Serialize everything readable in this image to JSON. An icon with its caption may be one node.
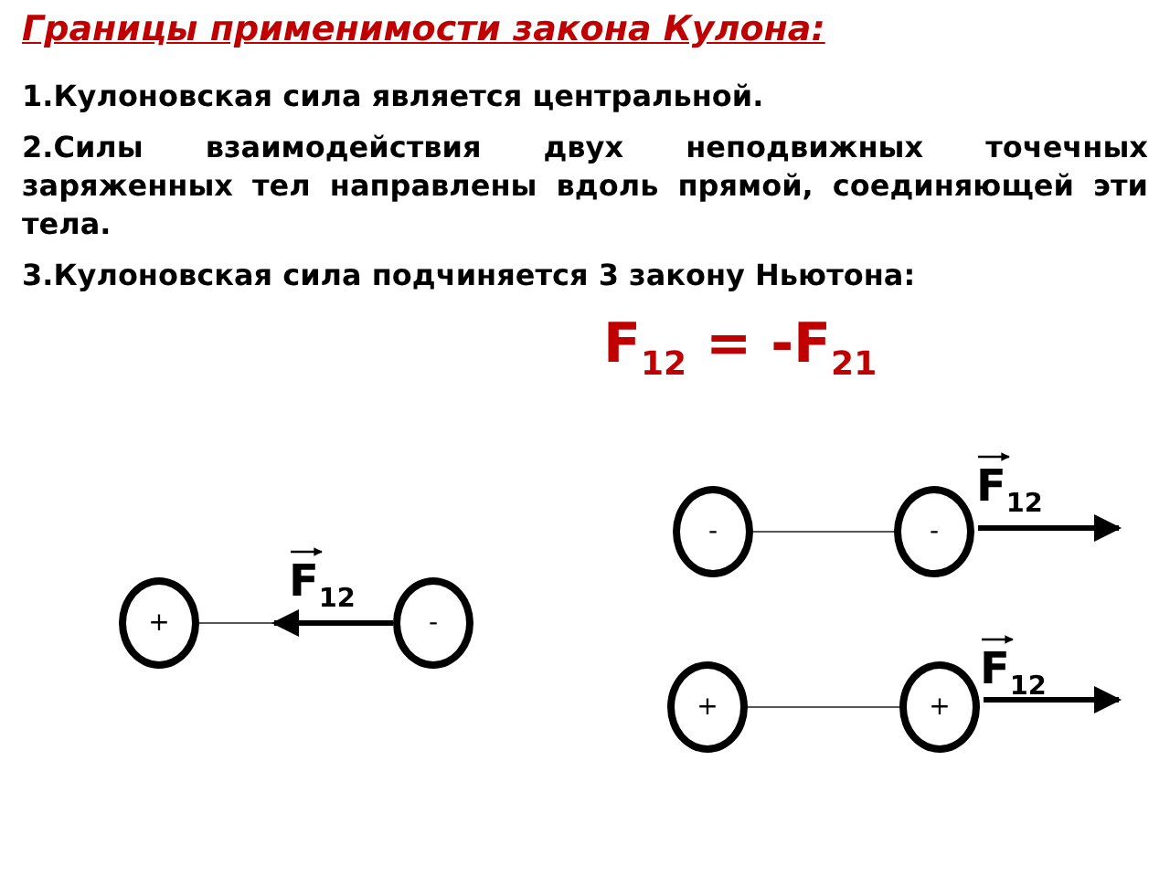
{
  "diagram": {
    "title": "Границы применимости закона Кулона:",
    "nodes": [
      {
        "text": [
          "+"
        ]
      },
      {
        "text": [
          "-"
        ]
      },
      {
        "text": [
          "-"
        ]
      },
      {
        "text": [
          "-"
        ]
      },
      {
        "text": [
          "+"
        ]
      },
      {
        "text": [
          "+"
        ]
      }
    ],
    "edges": [
      {
        "from": 0,
        "to": 1,
        "arrow": "none"
      },
      {
        "from": 2,
        "to": 3,
        "arrow": "none"
      },
      {
        "from": 4,
        "to": 5,
        "arrow": "none"
      }
    ],
    "labels": [
      "1.Кулоновская сила является центральной.",
      "2.Силы взаимодействия двух неподвижных точечных заряженных тел направлены вдоль прямой, соединяющей эти тела.",
      "3.Кулоновская сила подчиняется 3 закону Ньютона:",
      "F$_{12}$ = -F$_{21}$",
      "F$_{12}$",
      "F$_{12}$",
      "F$_{12}$"
    ]
  }
}
